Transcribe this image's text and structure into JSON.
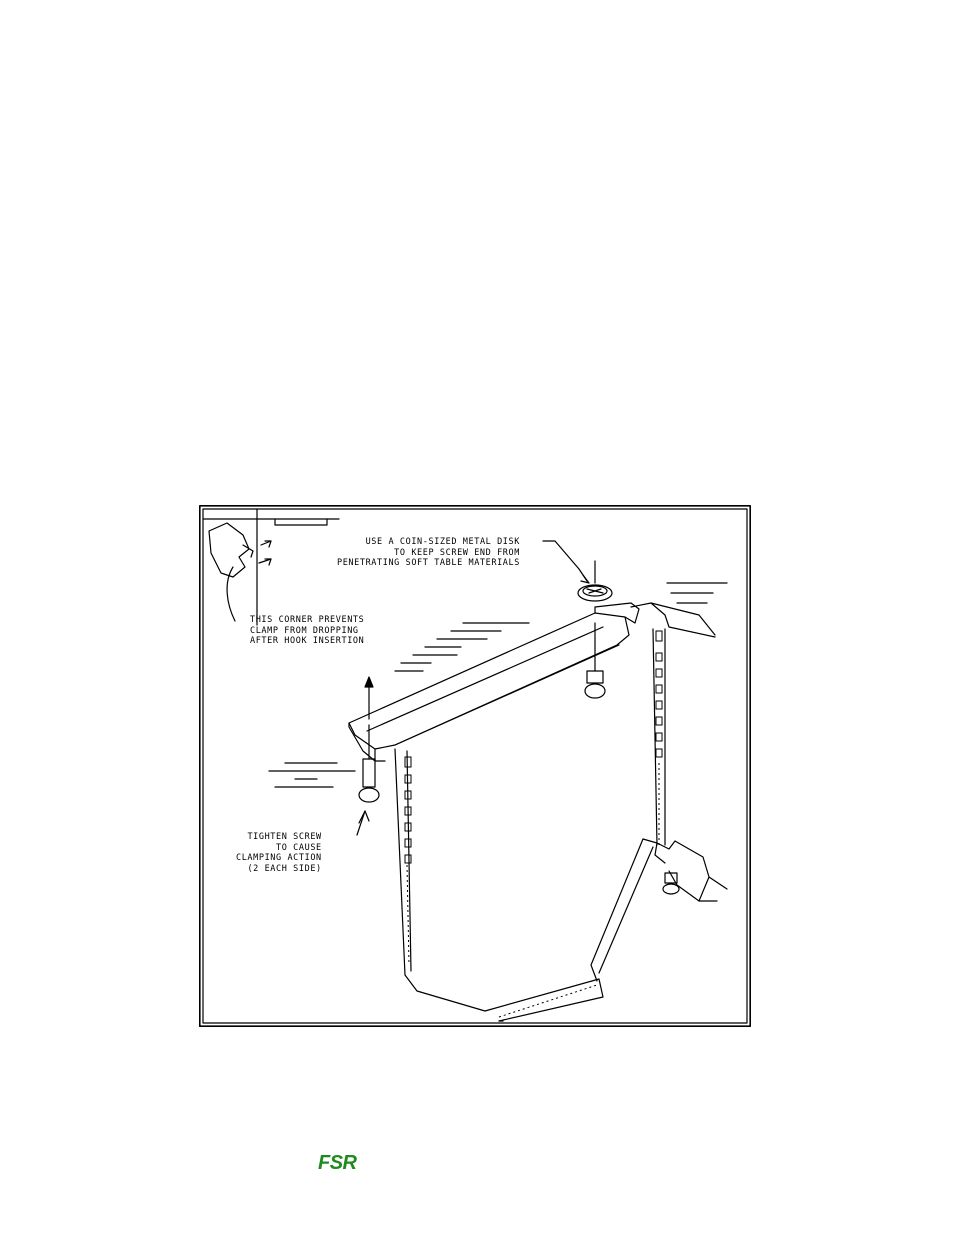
{
  "figure": {
    "callouts": {
      "disk": "USE A COIN-SIZED METAL DISK\nTO KEEP SCREW END FROM\nPENETRATING SOFT TABLE MATERIALS",
      "corner": "THIS CORNER PREVENTS\nCLAMP FROM DROPPING\nAFTER HOOK INSERTION",
      "screw": "TIGHTEN SCREW\nTO CAUSE\nCLAMPING ACTION\n(2 EACH SIDE)"
    }
  },
  "footer": {
    "logo": "FSR",
    "logo_color": "#1f8a1f"
  }
}
